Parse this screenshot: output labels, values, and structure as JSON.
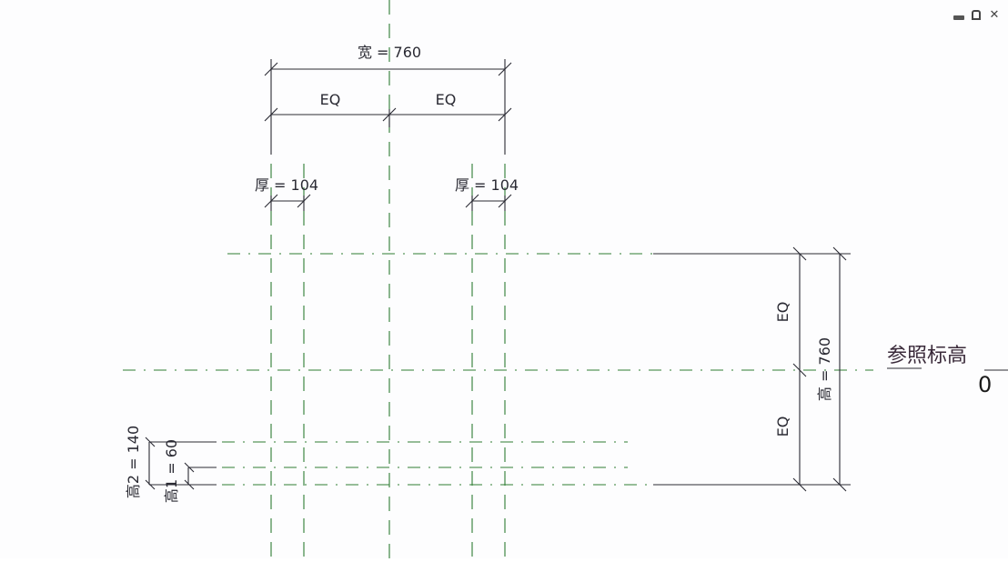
{
  "window_controls": {
    "minimize": "minimize",
    "restore": "restore",
    "close": "✕"
  },
  "dimensions": {
    "width_total": "宽 = 760",
    "width_eq_left": "EQ",
    "width_eq_right": "EQ",
    "thickness_left": "厚 = 104",
    "thickness_right": "厚 = 104",
    "height_total": "高 = 760",
    "height_eq_top": "EQ",
    "height_eq_bottom": "EQ",
    "height2": "高2 = 140",
    "height1": "高1 = 60"
  },
  "level": {
    "name": "参照标高",
    "elevation": "0"
  },
  "colors": {
    "reference_plane": "#2e7d32",
    "dimension_line": "#2a2a33",
    "background": "#fdfdfe"
  }
}
